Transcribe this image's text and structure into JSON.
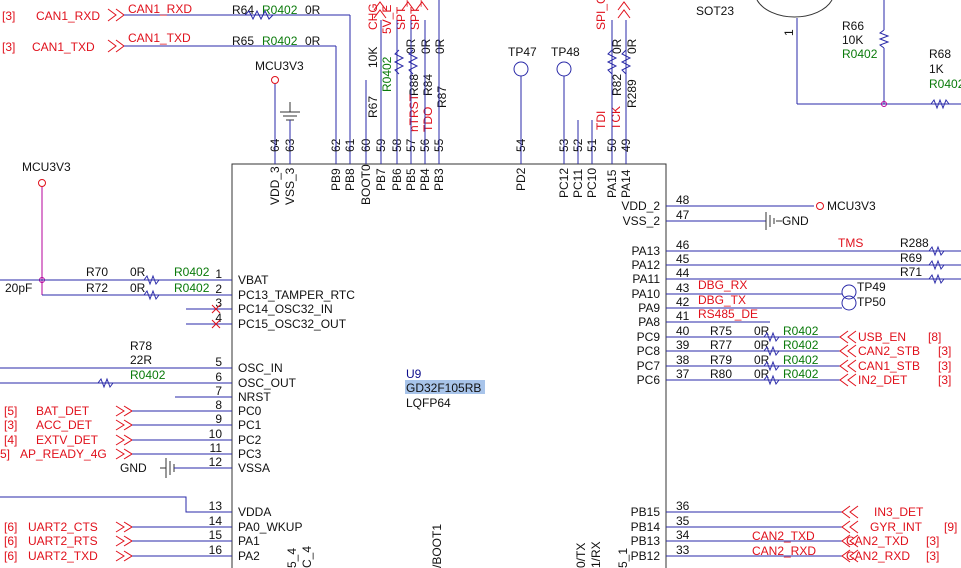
{
  "chip": {
    "ref": "U9",
    "part": "GD32F105RB",
    "package": "LQFP64"
  },
  "left_pins": [
    {
      "num": "1",
      "name": "VBAT"
    },
    {
      "num": "2",
      "name": "PC13_TAMPER_RTC"
    },
    {
      "num": "3",
      "name": "PC14_OSC32_IN"
    },
    {
      "num": "4",
      "name": "PC15_OSC32_OUT"
    },
    {
      "num": "5",
      "name": "OSC_IN"
    },
    {
      "num": "6",
      "name": "OSC_OUT"
    },
    {
      "num": "7",
      "name": "NRST"
    },
    {
      "num": "8",
      "name": "PC0"
    },
    {
      "num": "9",
      "name": "PC1"
    },
    {
      "num": "10",
      "name": "PC2"
    },
    {
      "num": "11",
      "name": "PC3"
    },
    {
      "num": "12",
      "name": "VSSA"
    },
    {
      "num": "13",
      "name": "VDDA"
    },
    {
      "num": "14",
      "name": "PA0_WKUP"
    },
    {
      "num": "15",
      "name": "PA1"
    },
    {
      "num": "16",
      "name": "PA2"
    }
  ],
  "right_pins": [
    {
      "num": "48",
      "name": "VDD_2"
    },
    {
      "num": "47",
      "name": "VSS_2"
    },
    {
      "num": "46",
      "name": "PA13"
    },
    {
      "num": "45",
      "name": "PA12"
    },
    {
      "num": "44",
      "name": "PA11"
    },
    {
      "num": "43",
      "name": "PA10"
    },
    {
      "num": "42",
      "name": "PA9"
    },
    {
      "num": "41",
      "name": "PA8"
    },
    {
      "num": "40",
      "name": "PC9"
    },
    {
      "num": "39",
      "name": "PC8"
    },
    {
      "num": "38",
      "name": "PC7"
    },
    {
      "num": "37",
      "name": "PC6"
    },
    {
      "num": "36",
      "name": "PB15"
    },
    {
      "num": "35",
      "name": "PB14"
    },
    {
      "num": "34",
      "name": "PB13"
    },
    {
      "num": "33",
      "name": "PB12"
    }
  ],
  "top_pins": [
    {
      "num": "64",
      "name": "VDD_3"
    },
    {
      "num": "63",
      "name": "VSS_3"
    },
    {
      "num": "62",
      "name": "PB9"
    },
    {
      "num": "61",
      "name": "PB8"
    },
    {
      "num": "60",
      "name": "BOOT0"
    },
    {
      "num": "59",
      "name": "PB7"
    },
    {
      "num": "58",
      "name": "PB6"
    },
    {
      "num": "57",
      "name": "PB5"
    },
    {
      "num": "56",
      "name": "PB4"
    },
    {
      "num": "55",
      "name": "PB3"
    },
    {
      "num": "54",
      "name": "PD2"
    },
    {
      "num": "53",
      "name": "PC12"
    },
    {
      "num": "52",
      "name": "PC11"
    },
    {
      "num": "51",
      "name": "PC10"
    },
    {
      "num": "50",
      "name": "PA15"
    },
    {
      "num": "49",
      "name": "PA14"
    }
  ],
  "bottom_fragments": [
    "/BOOT1",
    "0/TX",
    "1/RX",
    "5_4",
    "C_4",
    "5_1"
  ],
  "power": {
    "mcu3v3": "MCU3V3",
    "gnd": "GND"
  },
  "top_left": {
    "can1_rxd": "CAN1_RXD",
    "can1_txd": "CAN1_TXD",
    "sheet3a": "[3]",
    "sheet3b": "[3]",
    "r64": "R64",
    "r65": "R65",
    "pkg": "R0402",
    "val": "0R",
    "can1_rxd_pin": "CAN1_RXD",
    "can1_txd_pin": "CAN1_TXD"
  },
  "top_resistors": {
    "r67": "R67",
    "r67v": "10K",
    "r67p": "R0402",
    "r88": "R88",
    "r84": "R84",
    "r87": "R87",
    "zero": "0R",
    "chg": "CHG",
    "v5": "5V_E",
    "spt1": "SPT_",
    "spt2": "SPT_",
    "ntrst": "nTRST",
    "tdo": "TDO",
    "tdi": "TDI",
    "tck": "TCK",
    "r82": "R82",
    "r289": "R289",
    "spi": "SPI_C",
    "tp47": "TP47",
    "tp48": "TP48"
  },
  "top_right": {
    "sot": "SOT23",
    "r66": "R66",
    "r66v": "10K",
    "r66p": "R0402",
    "r68": "R68",
    "r68v": "1K",
    "r68p": "R0402",
    "pin1": "1"
  },
  "left_side": {
    "r70": "R70",
    "r72": "R72",
    "zero": "0R",
    "pkg": "R0402",
    "cap": "20pF",
    "r78": "R78",
    "r78v": "22R",
    "r78p": "R0402",
    "gnd": "GND"
  },
  "left_nets": [
    {
      "sheet": "[5]",
      "net": "BAT_DET"
    },
    {
      "sheet": "[3]",
      "net": "ACC_DET"
    },
    {
      "sheet": "[4]",
      "net": "EXTV_DET"
    },
    {
      "sheet": "5]",
      "net": "AP_READY_4G"
    },
    {
      "sheet": "[6]",
      "net": "UART2_CTS"
    },
    {
      "sheet": "[6]",
      "net": "UART2_RTS"
    },
    {
      "sheet": "[6]",
      "net": "UART2_TXD"
    }
  ],
  "right_side": {
    "tms": "TMS",
    "r288": "R288",
    "r69": "R69",
    "r71": "R71",
    "dbg_rx": "DBG_RX",
    "dbg_tx": "DBG_TX",
    "rs485": "RS485_DE",
    "tp49": "TP49",
    "tp50": "TP50",
    "r75": "R75",
    "r77": "R77",
    "r79": "R79",
    "r80": "R80",
    "zero": "0R",
    "pkg": "R0402",
    "usb_en": "USB_EN",
    "can2_stb": "CAN2_STB",
    "can1_stb": "CAN1_STB",
    "in2_det": "IN2_DET",
    "s8": "[8]",
    "s3a": "[3]",
    "s3b": "[3]",
    "s3c": "[3]",
    "in3_det": "IN3_DET",
    "gyr_int": "GYR_INT",
    "can2_txd": "CAN2_TXD",
    "can2_rxd": "CAN2_RXD",
    "s9": "[9]",
    "s3d": "[3]",
    "s3e": "[3]"
  }
}
